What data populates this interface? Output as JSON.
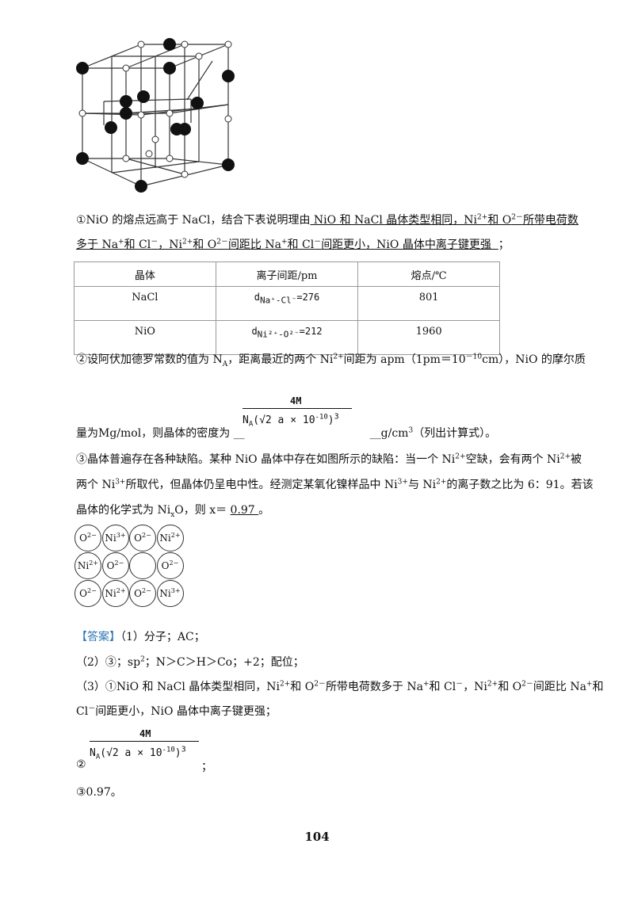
{
  "q1": {
    "lead": "①NiO 的熔点远高于 NaCl，结合下表说明理由",
    "reason_a": "  NiO 和 NaCl 晶体类型相同，Ni",
    "reason_b": "和 O",
    "reason_c": "所带电荷数",
    "reason2_a": "多于 Na",
    "reason2_b": "和 Cl",
    "reason2_c": "，Ni",
    "reason2_d": "和 O",
    "reason2_e": "间距比 Na",
    "reason2_f": "和 Cl",
    "reason2_g": "间距更小，NiO 晶体中离子键更强",
    "reason2_end": "；",
    "sup_2plus": "2+",
    "sup_2minus": "2－",
    "sup_plus": "+",
    "sup_minus": "－"
  },
  "table": {
    "headers": [
      "晶体",
      "离子间距/pm",
      "熔点/℃"
    ],
    "rows": [
      {
        "crystal": "NaCl",
        "d_pre": "d",
        "d_sub": "Na⁺-Cl⁻",
        "d_val": "=276",
        "mp": "801"
      },
      {
        "crystal": "NiO",
        "d_pre": "d",
        "d_sub": "Ni²⁺-O²⁻",
        "d_val": "=212",
        "mp": "1960"
      }
    ]
  },
  "q2": {
    "line1_a": "②设阿伏加德罗常数的值为 N",
    "line1_sub": "A",
    "line1_b": "，距离最近的两个 Ni",
    "line1_sup": "2+",
    "line1_c": "间距为 apm（1pm＝10",
    "line1_sup2": "－10",
    "line1_d": "cm），NiO 的摩尔质",
    "line2_a": "量为Mg/mol，则晶体的密度为 __",
    "line2_b": "__g/cm",
    "line2_sup": "3",
    "line2_c": "（列出计算式）。",
    "frac_num": "4M",
    "frac_den": "N",
    "frac_den_sub": "A",
    "frac_den_rest": "(√2 a × 10",
    "frac_den_exp": "-10",
    "frac_den_close": ")",
    "frac_den_pow": "3"
  },
  "q3": {
    "l1": "③晶体普遍存在各种缺陷。某种 NiO 晶体中存在如图所示的缺陷：当一个 Ni",
    "l1_sup": "2+",
    "l1_b": "空缺，会有两个 Ni",
    "l1_sup2": "2+",
    "l1_c": "被",
    "l2": "两个 Ni",
    "l2_sup": "3+",
    "l2_b": "所取代，但晶体仍呈电中性。经测定某氧化镍样品中 Ni",
    "l2_sup2": "3+",
    "l2_c": "与 Ni",
    "l2_sup3": "2+",
    "l2_d": "的离子数之比为 6：91。若该",
    "l3": "晶体的化学式为 Ni",
    "l3_sub": "x",
    "l3_b": "O，则 x＝ ",
    "l3_ans": " 0.97 ",
    "l3_end": "。"
  },
  "grid": [
    [
      {
        "el": "O",
        "ch": "2−"
      },
      {
        "el": "Ni",
        "ch": "3+"
      },
      {
        "el": "O",
        "ch": "2−"
      },
      {
        "el": "Ni",
        "ch": "2+"
      }
    ],
    [
      {
        "el": "Ni",
        "ch": "2+"
      },
      {
        "el": "O",
        "ch": "2−"
      },
      {
        "el": "",
        "ch": ""
      },
      {
        "el": "O",
        "ch": "2−"
      }
    ],
    [
      {
        "el": "O",
        "ch": "2−"
      },
      {
        "el": "Ni",
        "ch": "2+"
      },
      {
        "el": "O",
        "ch": "2−"
      },
      {
        "el": "Ni",
        "ch": "3+"
      }
    ]
  ],
  "answer": {
    "label": "【答案】",
    "a1": "（1）分子；AC；",
    "a2_a": "（2）③；sp",
    "a2_sup": "2",
    "a2_b": "；N＞C＞H＞Co；+2；配位；",
    "a3_a": "（3）①NiO 和 NaCl 晶体类型相同，Ni",
    "a3_b": "和 O",
    "a3_c": "所带电荷数多于 Na",
    "a3_d": "和 Cl",
    "a3_e": "，Ni",
    "a3_f": "和 O",
    "a3_g": "间距比 Na",
    "a3_h": "和",
    "a4_a": "Cl",
    "a4_b": "间距更小，NiO 晶体中离子键更强；",
    "a5_circle": "②",
    "a5_end": "；",
    "a6": "③0.97。"
  },
  "page_number": "104"
}
